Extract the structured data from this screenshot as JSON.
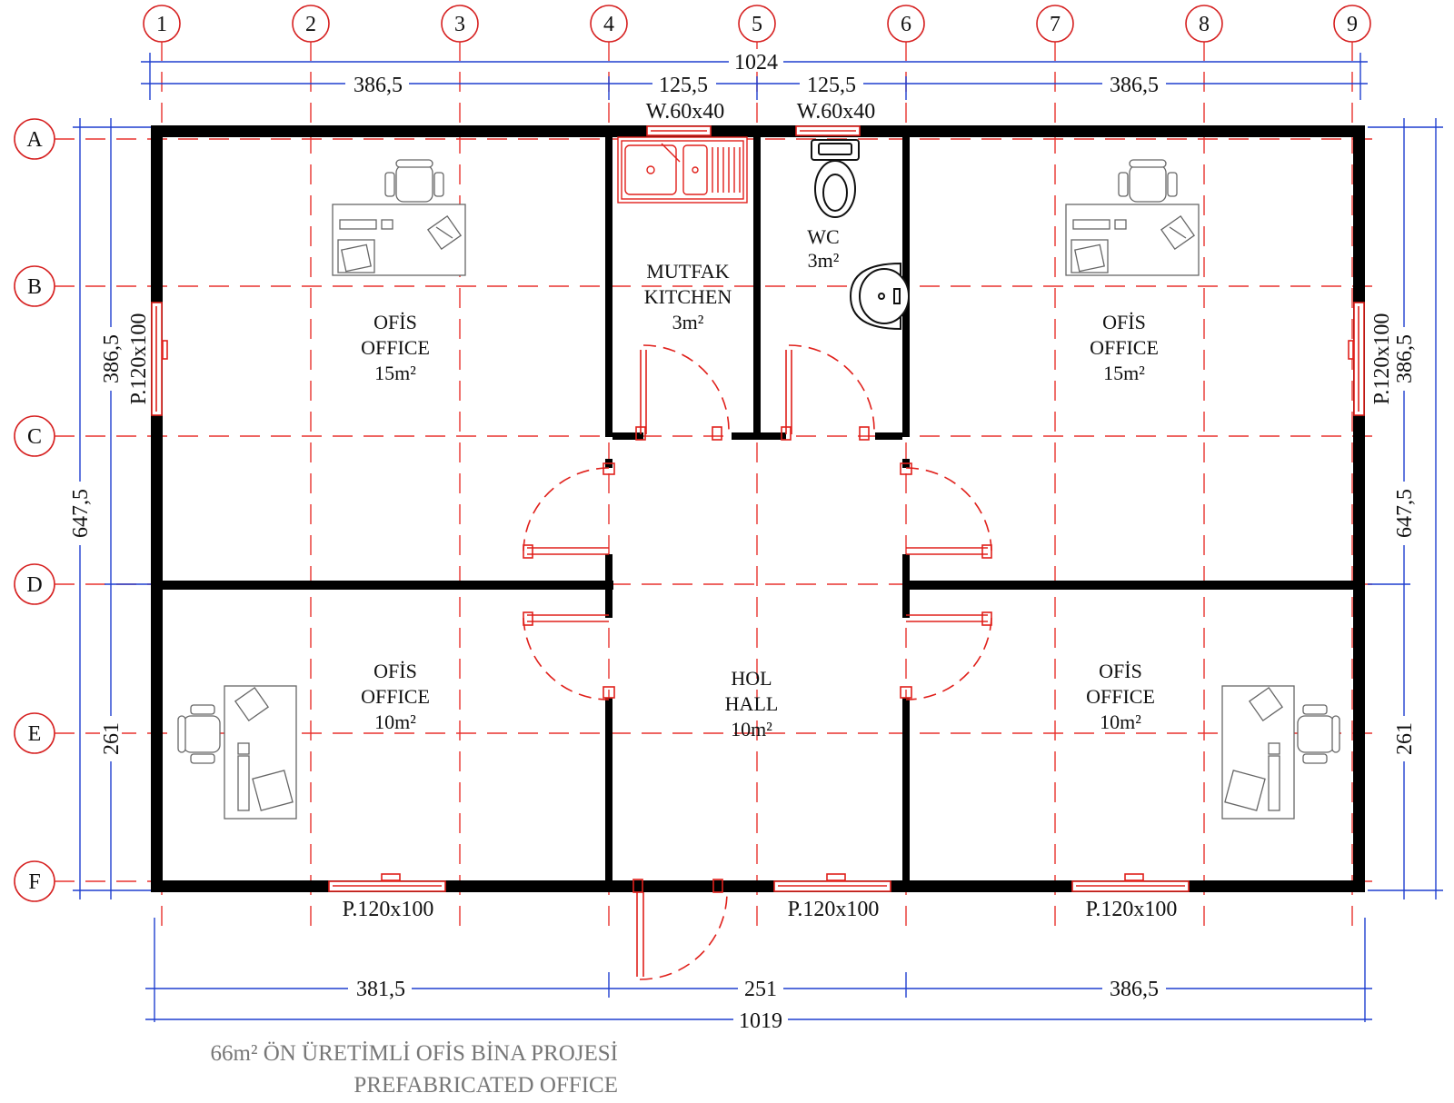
{
  "drawing": {
    "title_line1": "66m² ÖN ÜRETİMLİ OFİS BİNA PROJESİ",
    "title_line2": "PREFABRICATED OFFICE"
  },
  "axes": {
    "columns": [
      "1",
      "2",
      "3",
      "4",
      "5",
      "6",
      "7",
      "8",
      "9"
    ],
    "rows": [
      "A",
      "B",
      "C",
      "D",
      "E",
      "F"
    ]
  },
  "dimensions": {
    "top_total": "1024",
    "top_segments": [
      "386,5",
      "125,5",
      "125,5",
      "386,5"
    ],
    "bottom_total": "1019",
    "bottom_segments": [
      "381,5",
      "251",
      "386,5"
    ],
    "left_total": "647,5",
    "left_segments": [
      "386,5",
      "261"
    ],
    "right_total": "647,5",
    "right_segments": [
      "386,5",
      "261"
    ]
  },
  "rooms": [
    {
      "id": "office-top-left",
      "name_tr": "OFİS",
      "name_en": "OFFICE",
      "area": "15m²"
    },
    {
      "id": "kitchen",
      "name_tr": "MUTFAK",
      "name_en": "KITCHEN",
      "area": "3m²"
    },
    {
      "id": "wc",
      "name_tr": "WC",
      "name_en": "",
      "area": "3m²"
    },
    {
      "id": "office-top-right",
      "name_tr": "OFİS",
      "name_en": "OFFICE",
      "area": "15m²"
    },
    {
      "id": "office-bottom-left",
      "name_tr": "OFİS",
      "name_en": "OFFICE",
      "area": "10m²"
    },
    {
      "id": "hall",
      "name_tr": "HOL",
      "name_en": "HALL",
      "area": "10m²"
    },
    {
      "id": "office-bottom-right",
      "name_tr": "OFİS",
      "name_en": "OFFICE",
      "area": "10m²"
    }
  ],
  "windows": {
    "kitchen_top": "W.60x40",
    "wc_top": "W.60x40",
    "left_wall": "P.120x100",
    "right_wall": "P.120x100",
    "bottom_left": "P.120x100",
    "bottom_center": "P.120x100",
    "bottom_right": "P.120x100"
  },
  "colors": {
    "walls": "#000000",
    "grid_lines": "#e8322e",
    "dimension_lines": "#1f3fcf",
    "doors_windows": "#e0201b",
    "furniture": "#666666",
    "title_text": "#777777"
  }
}
